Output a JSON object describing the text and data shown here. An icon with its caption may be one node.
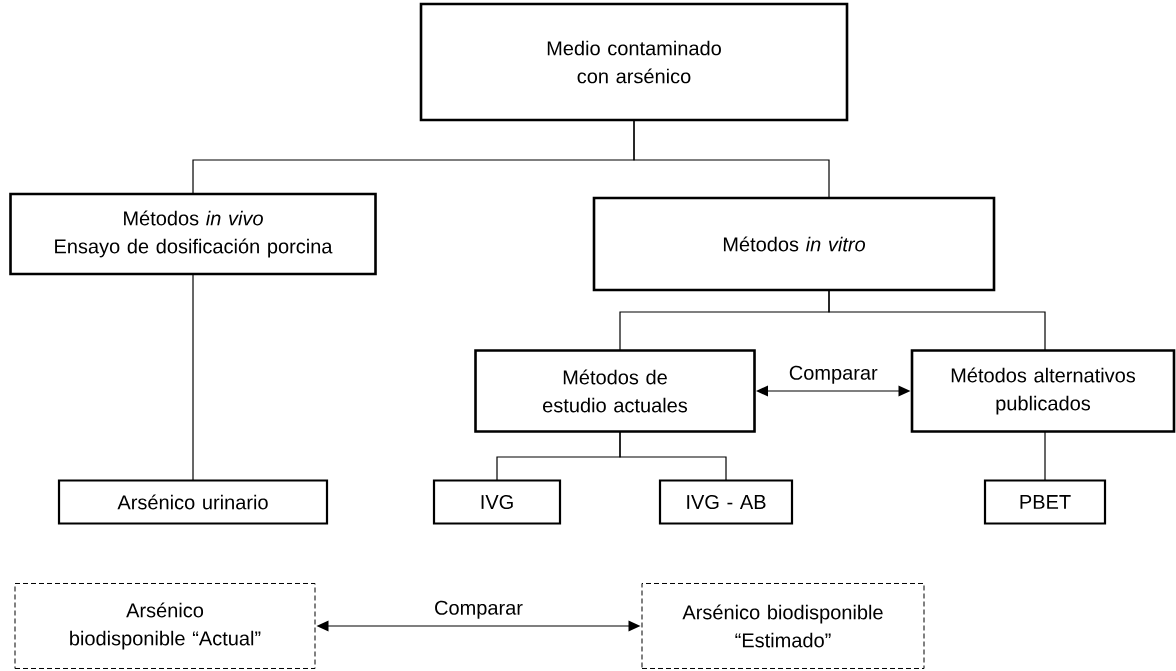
{
  "diagram": {
    "nodes": [
      {
        "text": [
          "Medio contaminado con arsénico"
        ]
      },
      {
        "text": [
          "Métodos *in vivo*",
          "Ensayo de dosificación porcina"
        ]
      },
      {
        "text": [
          "Métodos *in vitro*"
        ]
      },
      {
        "text": [
          "Métodos de estudio actuales"
        ]
      },
      {
        "text": [
          "Métodos alternativos publicados"
        ]
      },
      {
        "text": [
          "Arsénico urinario"
        ]
      },
      {
        "text": [
          "IVG"
        ]
      },
      {
        "text": [
          "IVG - AB"
        ]
      },
      {
        "text": [
          "PBET"
        ]
      },
      {
        "text": [
          "Arsénico biodisponible “Actual”"
        ]
      },
      {
        "text": [
          "Arsénico biodisponible “Estimado”"
        ]
      }
    ],
    "edges": [
      {
        "from": 0,
        "to": 1,
        "arrow": "none"
      },
      {
        "from": 0,
        "to": 2,
        "arrow": "none"
      },
      {
        "from": 1,
        "to": 5,
        "arrow": "none"
      },
      {
        "from": 2,
        "to": 3,
        "arrow": "none"
      },
      {
        "from": 2,
        "to": 4,
        "arrow": "none"
      },
      {
        "from": 3,
        "to": 4,
        "arrow": "both",
        "label": "Comparar"
      },
      {
        "from": 3,
        "to": 6,
        "arrow": "none"
      },
      {
        "from": 3,
        "to": 7,
        "arrow": "none"
      },
      {
        "from": 4,
        "to": 8,
        "arrow": "none"
      },
      {
        "from": 9,
        "to": 10,
        "arrow": "both",
        "label": "Comparar"
      }
    ]
  }
}
